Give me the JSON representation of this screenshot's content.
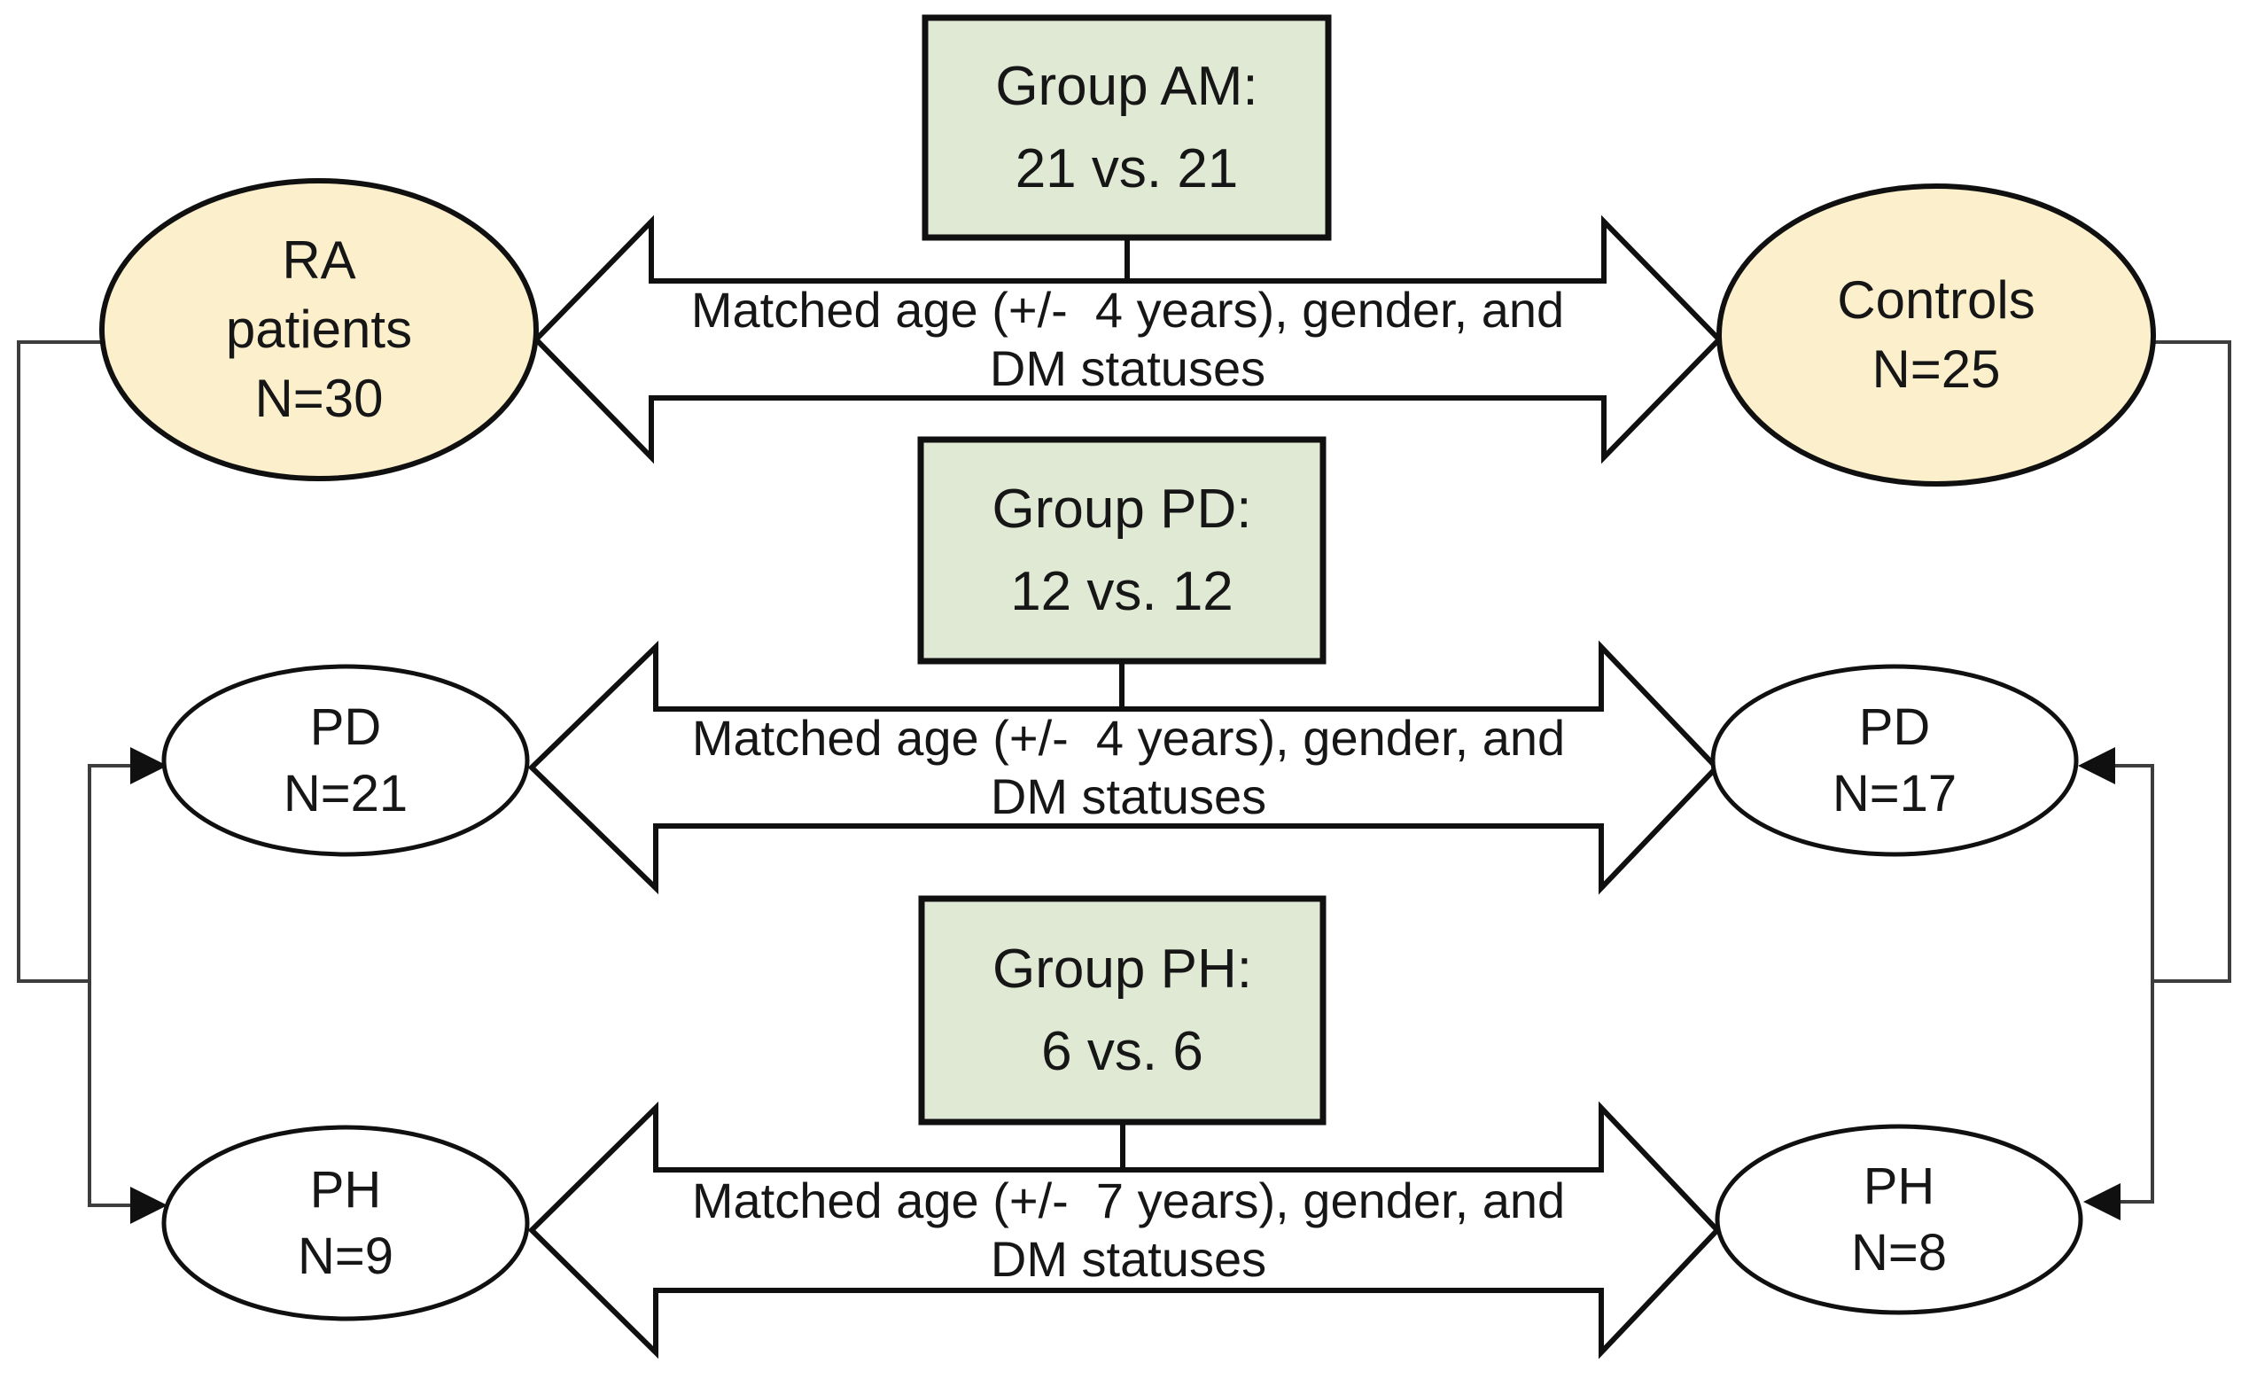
{
  "colors": {
    "background": "#ffffff",
    "group_box_fill": "#dfe9d4",
    "cohort_ellipse_fill": "#fbefcc",
    "subgroup_ellipse_fill": "#ffffff",
    "arrow_fill": "#ffffff"
  },
  "groups": {
    "am": {
      "title": "Group AM:",
      "comparison": "21 vs. 21"
    },
    "pd": {
      "title": "Group PD:",
      "comparison": "12 vs. 12"
    },
    "ph": {
      "title": "Group PH:",
      "comparison": "6 vs. 6"
    }
  },
  "match_notes": {
    "am": {
      "line1": "Matched age (+/-  4 years), gender, and",
      "line2": "DM statuses"
    },
    "pd": {
      "line1": "Matched age (+/-  4 years), gender, and",
      "line2": "DM statuses"
    },
    "ph": {
      "line1": "Matched age (+/-  7 years), gender, and",
      "line2": "DM statuses"
    }
  },
  "cohorts": {
    "ra": {
      "line1": "RA",
      "line2": "patients",
      "line3": "N=30"
    },
    "controls": {
      "line1": "Controls",
      "line2": "N=25"
    },
    "pd_left": {
      "line1": "PD",
      "line2": "N=21"
    },
    "pd_right": {
      "line1": "PD",
      "line2": "N=17"
    },
    "ph_left": {
      "line1": "PH",
      "line2": "N=9"
    },
    "ph_right": {
      "line1": "PH",
      "line2": "N=8"
    }
  }
}
